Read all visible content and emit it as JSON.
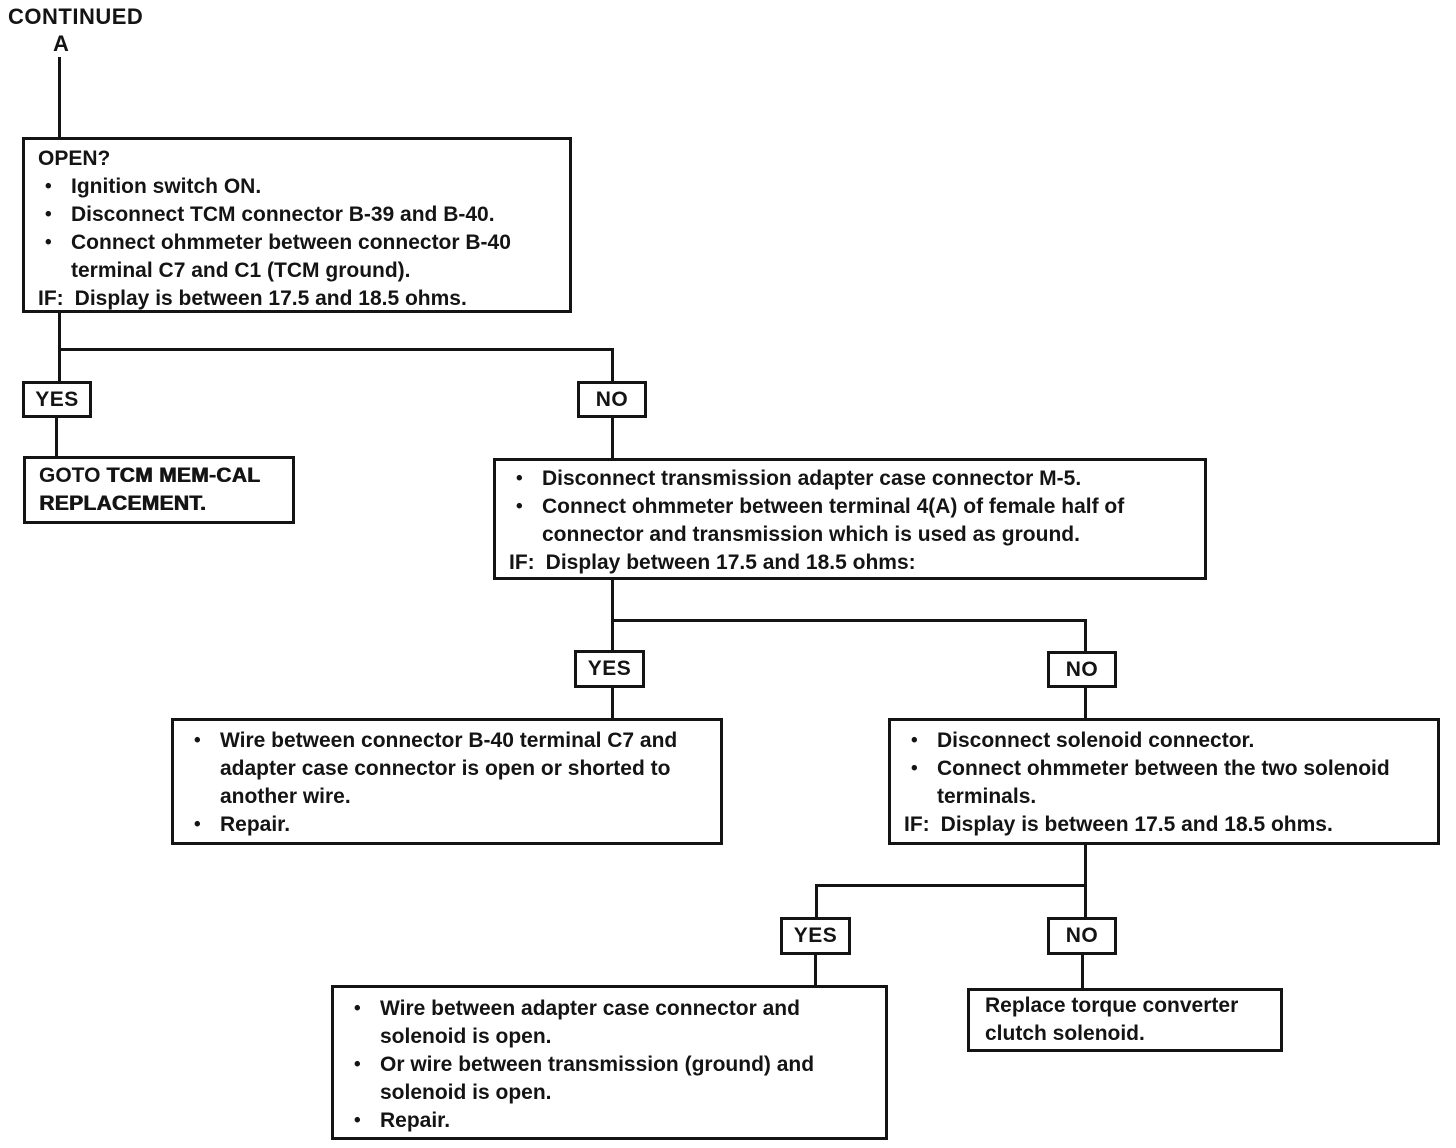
{
  "page": {
    "continued": "CONTINUED",
    "branch_label": "A"
  },
  "labels": {
    "yes": "YES",
    "no": "NO"
  },
  "bullet": "•",
  "colors": {
    "ink": "#141414",
    "paper": "#ffffff"
  },
  "boxes": {
    "open_test": {
      "title": "OPEN?",
      "b1": "Ignition switch ON.",
      "b2": "Disconnect TCM connector B-39 and B-40.",
      "b3a": "Connect ohmmeter between connector B-40",
      "b3b": "terminal C7 and C1 (TCM ground).",
      "if_label": "IF:",
      "if_text": "Display is between 17.5 and 18.5 ohms."
    },
    "goto_memcal": {
      "prefix": "GOTO ",
      "emph_line1": "TCM MEM-CAL",
      "emph_line2": "REPLACEMENT."
    },
    "adapter_test": {
      "b1": "Disconnect transmission adapter case connector M-5.",
      "b2a": "Connect ohmmeter between terminal 4(A) of female half of",
      "b2b": "connector and transmission which is used as ground.",
      "if_label": "IF:",
      "if_text": "Display between 17.5 and 18.5 ohms:"
    },
    "wire_b40_repair": {
      "b1a": "Wire between connector B-40 terminal C7 and",
      "b1b": "adapter case connector is open or shorted to",
      "b1c": "another wire.",
      "b2": "Repair."
    },
    "solenoid_test": {
      "b1": "Disconnect solenoid connector.",
      "b2a": "Connect ohmmeter between the two solenoid",
      "b2b": "terminals.",
      "if_label": "IF:",
      "if_text": "Display is between 17.5 and 18.5 ohms."
    },
    "wire_solenoid_repair": {
      "b1a": "Wire between adapter case connector and",
      "b1b": "solenoid is open.",
      "b2a": "Or wire between transmission (ground) and",
      "b2b": "solenoid is open.",
      "b3": "Repair."
    },
    "replace_solenoid": {
      "l1": "Replace torque converter",
      "l2": "clutch solenoid."
    }
  }
}
